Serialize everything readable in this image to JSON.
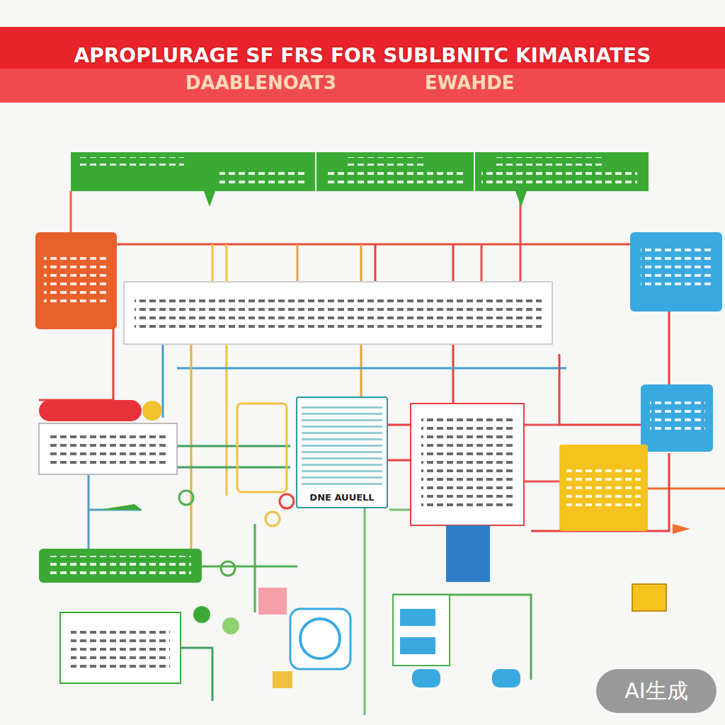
{
  "diagram": {
    "title": "APROPLURAGE SF FRS FOR SUBLBNITC KIMARIATES",
    "nodes": [
      {
        "text": [
          "DNE AUUELL"
        ]
      }
    ],
    "labels": [
      "DAABLENOAT3",
      "EWAHDE",
      "AI生成"
    ]
  }
}
